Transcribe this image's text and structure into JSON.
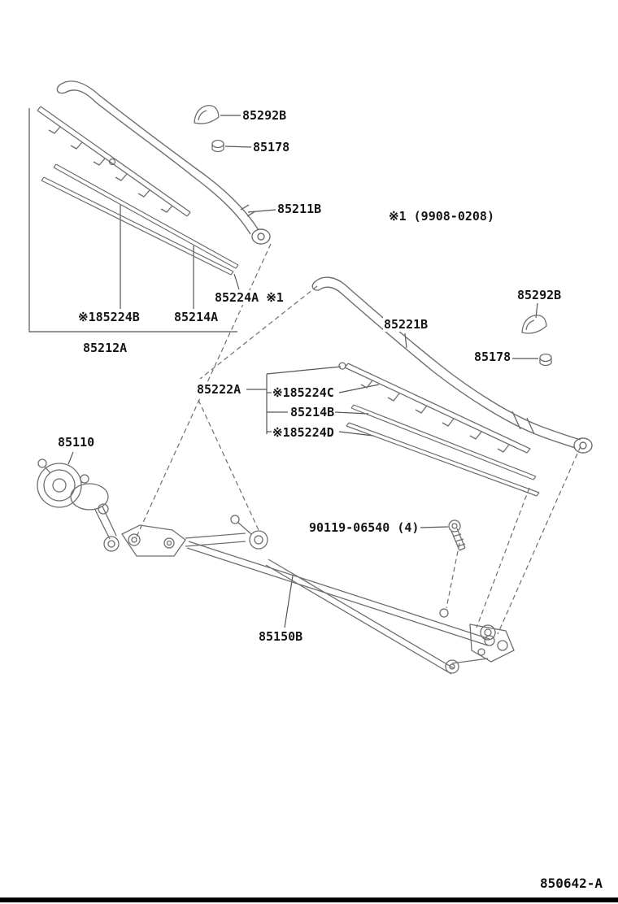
{
  "meta": {
    "background_color": "#ffffff",
    "line_color": "#6e6e6e",
    "text_color": "#141414"
  },
  "labels": {
    "cap_top": "85292B",
    "nut_top": "85178",
    "arm_left": "85211B",
    "production_note": "※1 (9908-0208)",
    "blade_clip_left": "85224A ※1",
    "rubber_left": "※185224B",
    "insert_left": "85214A",
    "blade_assy_left": "85212A",
    "cap_right": "85292B",
    "arm_right": "85221B",
    "nut_right": "85178",
    "blade_assy_right": "85222A",
    "rubber_right_1": "※185224C",
    "insert_right": "85214B",
    "rubber_right_2": "※185224D",
    "motor": "85110",
    "bolt": "90119-06540 (4)",
    "linkage": "85150B",
    "drawing_number": "850642-A"
  }
}
